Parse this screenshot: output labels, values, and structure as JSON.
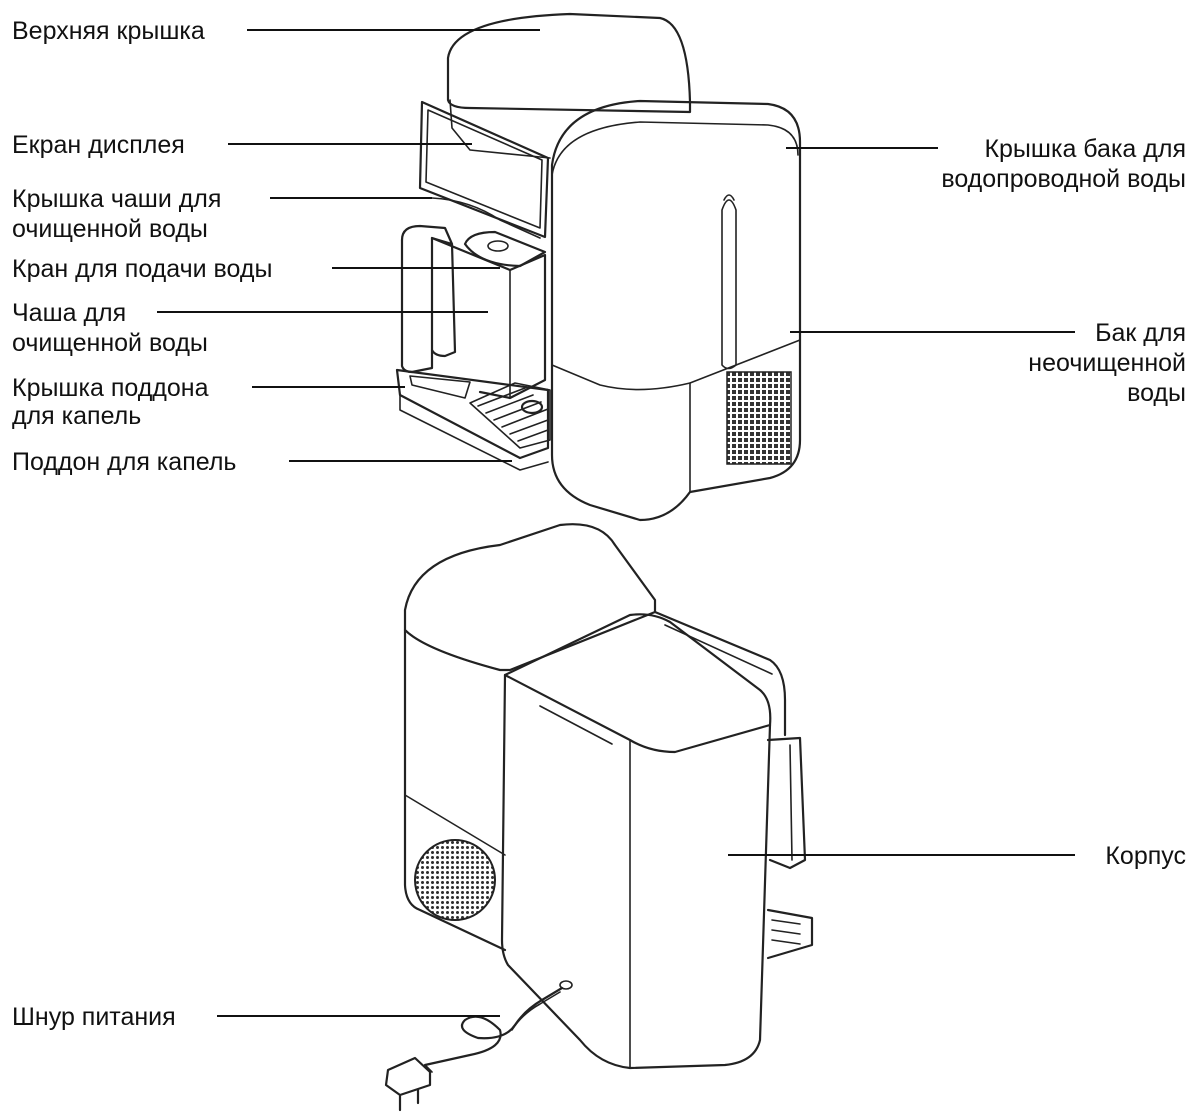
{
  "labels": {
    "top_lid": "Верхняя крышка",
    "display_screen": "Екран дисплея",
    "clean_bowl_lid_1": "Крышка чаши для",
    "clean_bowl_lid_2": "очищенной воды",
    "water_tap": "Кран для подачи воды",
    "clean_bowl_1": "Чаша для",
    "clean_bowl_2": "очищенной воды",
    "drip_tray_cover_1": "Крышка поддона",
    "drip_tray_cover_2": "для капель",
    "drip_tray": "Поддон для капель",
    "tap_tank_lid_1": "Крышка бака для",
    "tap_tank_lid_2": "водопроводной воды",
    "raw_tank_1": "Бак для",
    "raw_tank_2": "неочищенной",
    "raw_tank_3": "воды",
    "body": "Корпус",
    "power_cord": "Шнур питания"
  },
  "colors": {
    "line": "#222222",
    "background": "#ffffff"
  }
}
